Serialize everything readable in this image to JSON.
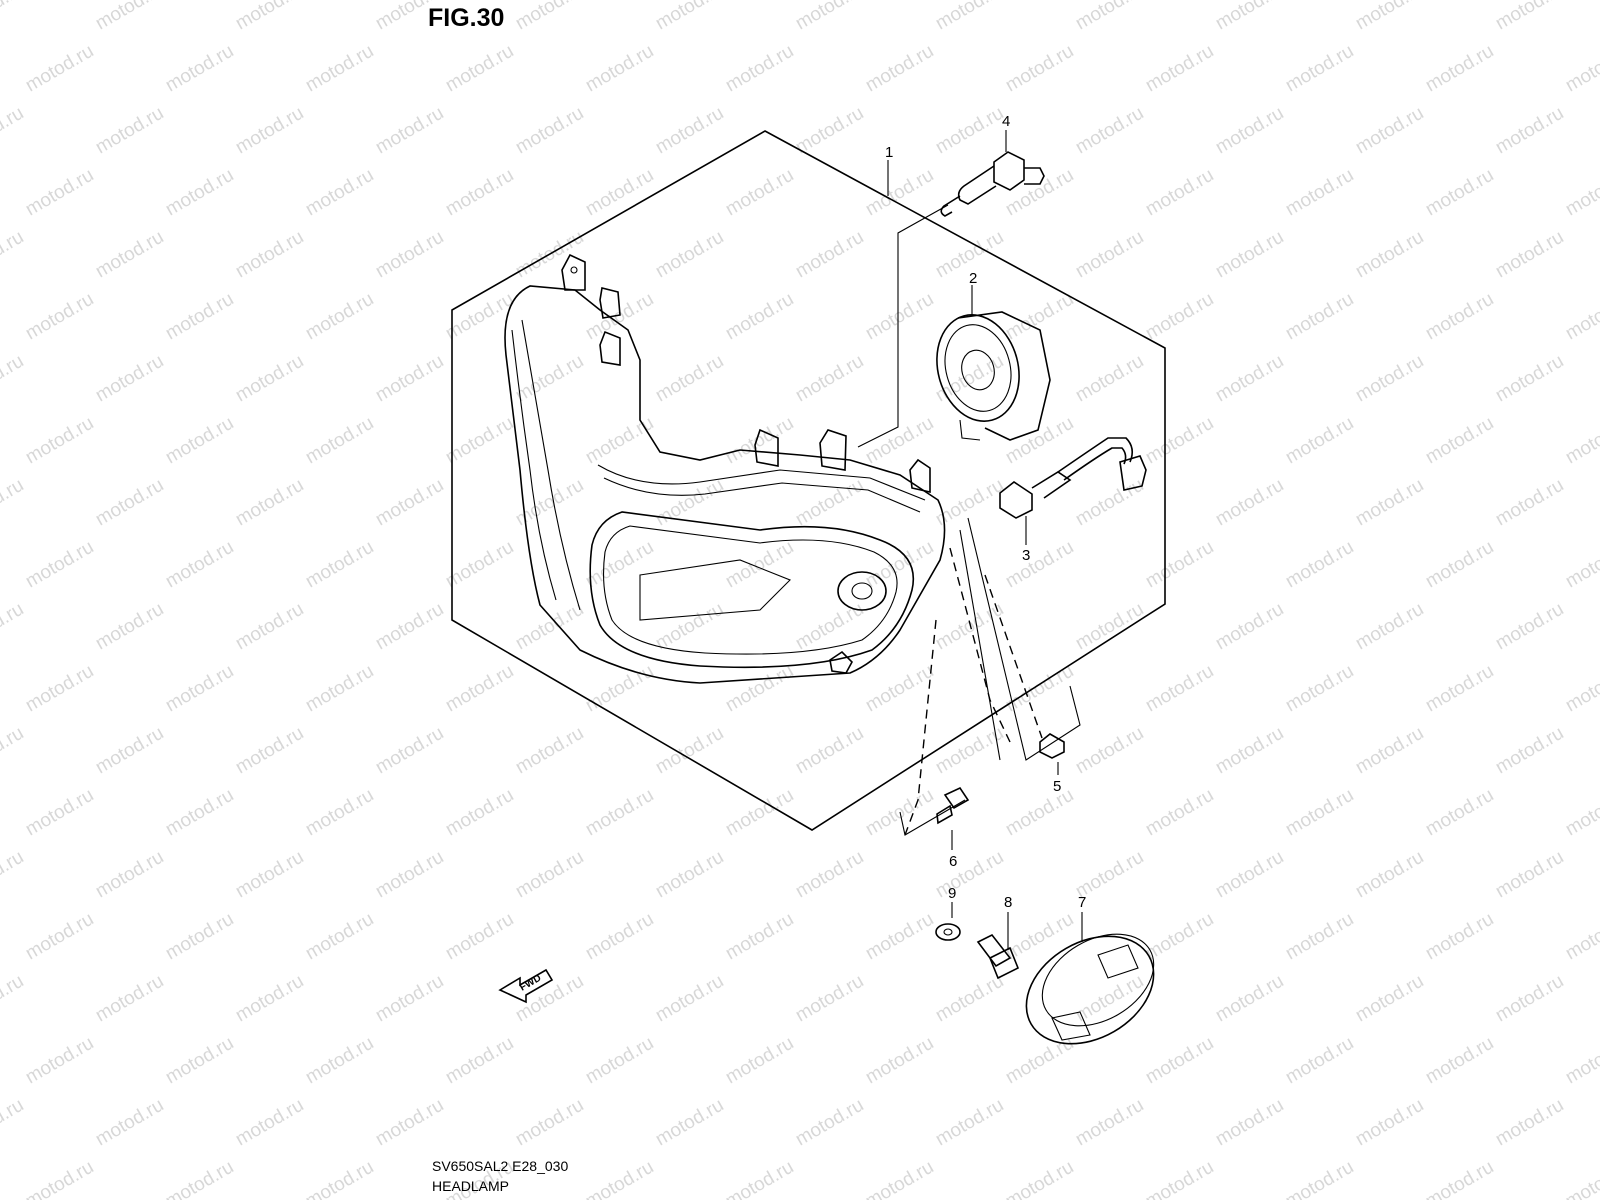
{
  "header": {
    "figure_label": "FIG.30"
  },
  "footer": {
    "diagram_code": "SV650SAL2 E28_030",
    "diagram_title": "HEADLAMP"
  },
  "watermark": {
    "text": "motod.ru",
    "color": "#b8b8b8"
  },
  "direction_arrow": {
    "label": "FWD"
  },
  "callouts": {
    "c1": "1",
    "c2": "2",
    "c3": "3",
    "c4": "4",
    "c5": "5",
    "c6": "6",
    "c7": "7",
    "c8": "8",
    "c9": "9"
  },
  "colors": {
    "line": "#000000",
    "background": "#ffffff"
  }
}
